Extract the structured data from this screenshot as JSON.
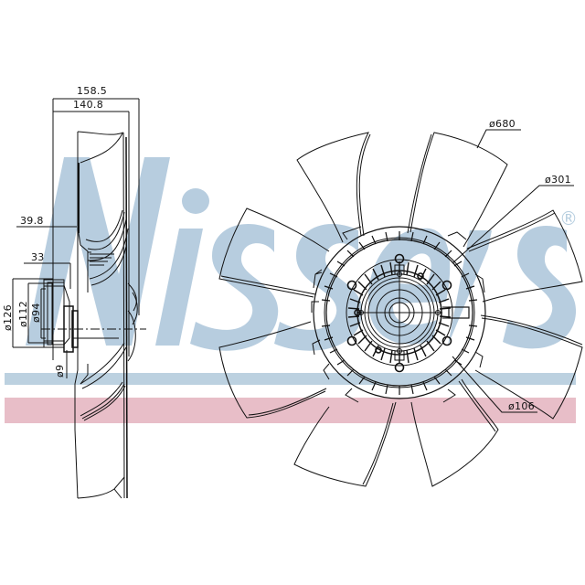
{
  "drawing": {
    "subject": "Radiator cooling fan with viscous clutch",
    "views": [
      "side-view",
      "front-view"
    ],
    "blade_count": 8
  },
  "watermark": {
    "brand": "Nissens",
    "registered_mark": "®",
    "colors": {
      "logo_blue": "#b7cddf",
      "band_blue": "#bcd1e0",
      "band_pink": "#e8bec8"
    }
  },
  "side_view": {
    "dimensions": {
      "overall_depth": "158.5",
      "blade_depth": "140.8",
      "hub_offset": "39.8",
      "clutch_offset": "33",
      "diameter_126": "ø126",
      "diameter_112": "ø112",
      "diameter_94": "ø94",
      "diameter_9": "ø9"
    }
  },
  "front_view": {
    "dimensions": {
      "fan_diameter": "ø680",
      "clutch_diameter": "ø301",
      "pilot_diameter": "ø106"
    }
  },
  "colors": {
    "line": "#111111",
    "background": "#ffffff"
  }
}
